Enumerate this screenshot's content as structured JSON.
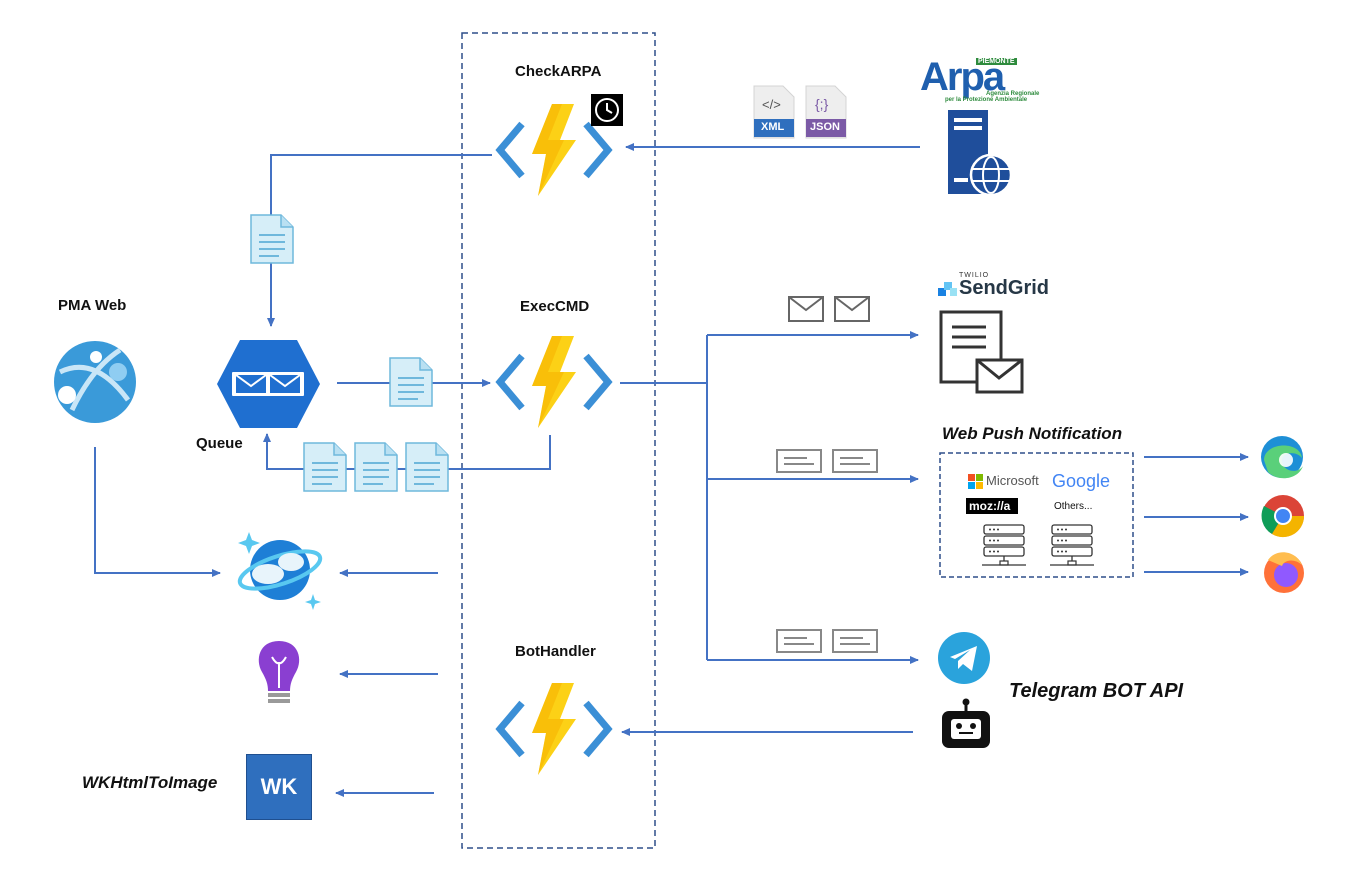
{
  "functions": {
    "check": "CheckARPA",
    "exec": "ExecCMD",
    "bot": "BotHandler"
  },
  "left": {
    "pma": "PMA Web",
    "queue": "Queue",
    "wk_label": "WKHtmlToImage",
    "wk_badge": "WK"
  },
  "right": {
    "sendgrid_brand": "SendGrid",
    "sendgrid_sub": "TWILIO",
    "webpush_title": "Web Push Notification",
    "telegram": "Telegram BOT API",
    "arpa_brand": "Arpa",
    "arpa_region": "PIEMONTE",
    "arpa_sub1": "Agenzia Regionale",
    "arpa_sub2": "per la Protezione Ambientale"
  },
  "formats": {
    "xml_glyph": "</>",
    "xml": "XML",
    "json_glyph": "{;}",
    "json": "JSON"
  },
  "vendors": {
    "microsoft": "Microsoft",
    "google": "Google",
    "mozilla": "moz://a",
    "others": "Others..."
  },
  "colors": {
    "arrow": "#4472c4",
    "dashed": "#2e4f8a",
    "bolt": "#fcd116",
    "bracket": "#3b8fd6",
    "doc": "#9fd3ea",
    "queue": "#1f6fd0",
    "wk": "#2f6fbe"
  },
  "icons": {
    "pma": "app-service-icon",
    "queue": "storage-queue-icon",
    "cosmos": "cosmos-db-icon",
    "insights": "app-insights-icon",
    "server": "web-server-icon",
    "mail": "mail-icon",
    "telegram": "telegram-icon",
    "robot": "robot-icon",
    "edge": "edge-icon",
    "chrome": "chrome-icon",
    "firefox": "firefox-icon",
    "clock": "clock-icon"
  }
}
